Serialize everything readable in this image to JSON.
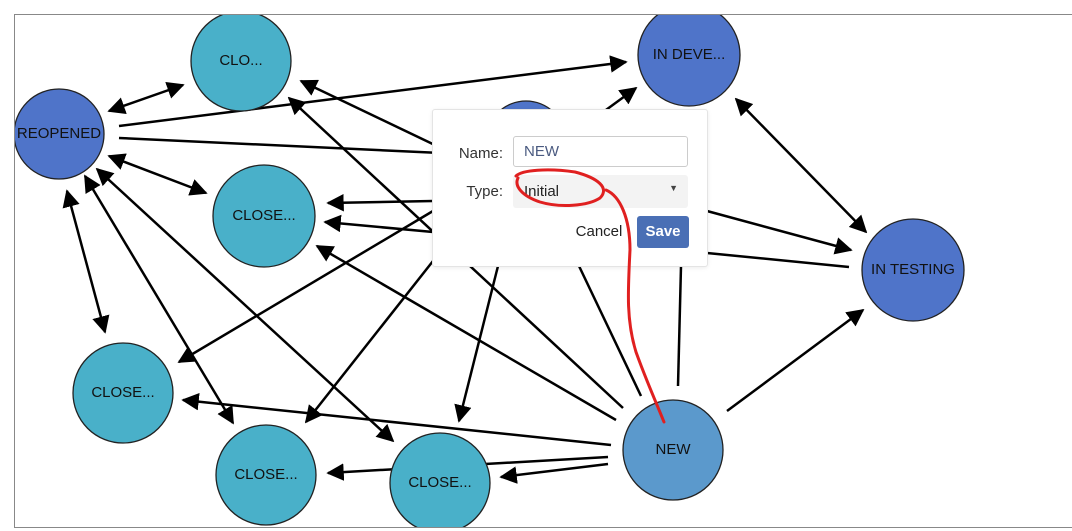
{
  "diagram": {
    "nodes": [
      {
        "id": "clo",
        "label": "CLO...",
        "color": "#49b0c9"
      },
      {
        "id": "in_dev",
        "label": "IN DEVE...",
        "color": "#4f74c9"
      },
      {
        "id": "reopened",
        "label": "REOPENED",
        "color": "#4f74c9"
      },
      {
        "id": "close1",
        "label": "CLOSE...",
        "color": "#49b0c9"
      },
      {
        "id": "in_testing",
        "label": "IN TESTING",
        "color": "#4f74c9"
      },
      {
        "id": "close2",
        "label": "CLOSE...",
        "color": "#49b0c9"
      },
      {
        "id": "close3",
        "label": "CLOSE...",
        "color": "#49b0c9"
      },
      {
        "id": "close4",
        "label": "CLOSE...",
        "color": "#49b0c9"
      },
      {
        "id": "new",
        "label": "NEW",
        "color": "#5b99cc"
      },
      {
        "id": "hidden",
        "label": "",
        "color": "#4f74c9"
      }
    ]
  },
  "dialog": {
    "name_label": "Name:",
    "name_value": "NEW",
    "type_label": "Type:",
    "type_value": "Initial",
    "cancel_label": "Cancel",
    "save_label": "Save"
  },
  "colors": {
    "accent": "#4a6fb5",
    "annotation": "#e02020"
  }
}
